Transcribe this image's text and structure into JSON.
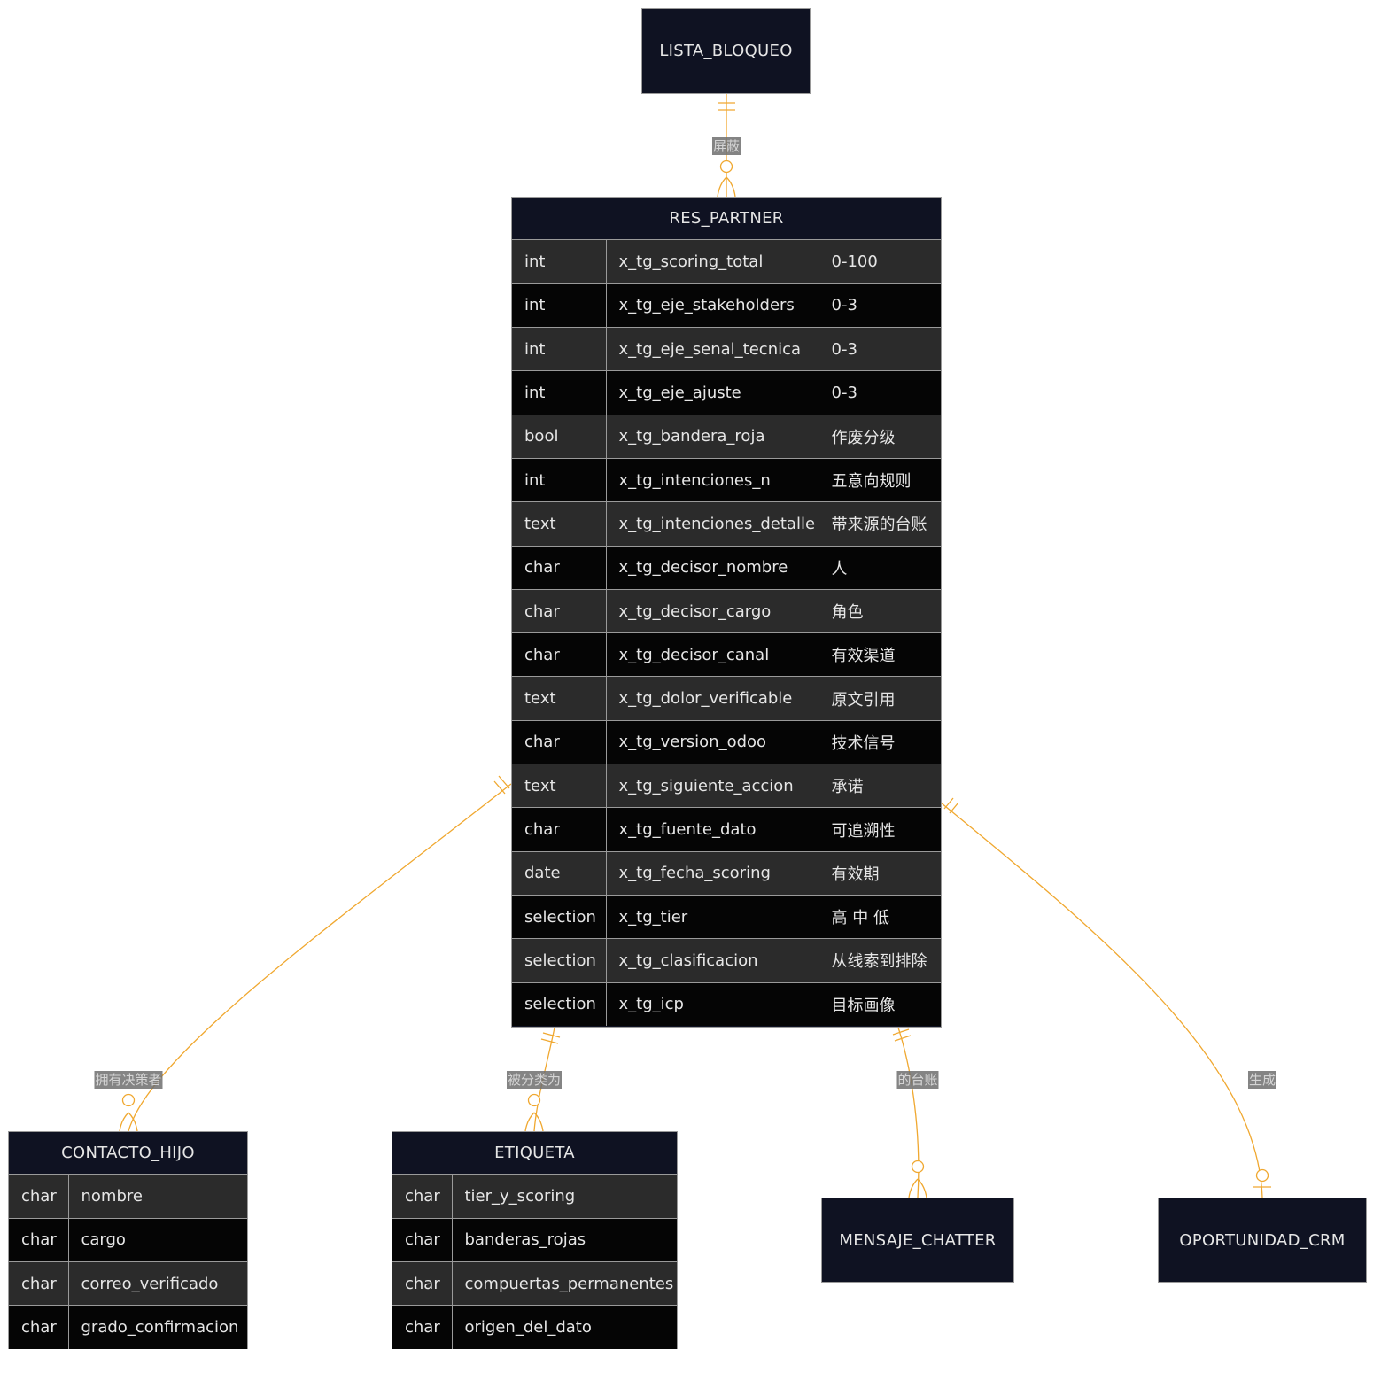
{
  "entities": {
    "lista_bloqueo": {
      "name": "LISTA_BLOQUEO"
    },
    "res_partner": {
      "name": "RES_PARTNER",
      "attributes": [
        {
          "type": "int",
          "name": "x_tg_scoring_total",
          "comment": "0-100"
        },
        {
          "type": "int",
          "name": "x_tg_eje_stakeholders",
          "comment": "0-3"
        },
        {
          "type": "int",
          "name": "x_tg_eje_senal_tecnica",
          "comment": "0-3"
        },
        {
          "type": "int",
          "name": "x_tg_eje_ajuste",
          "comment": "0-3"
        },
        {
          "type": "bool",
          "name": "x_tg_bandera_roja",
          "comment": "作废分级"
        },
        {
          "type": "int",
          "name": "x_tg_intenciones_n",
          "comment": "五意向规则"
        },
        {
          "type": "text",
          "name": "x_tg_intenciones_detalle",
          "comment": "带来源的台账"
        },
        {
          "type": "char",
          "name": "x_tg_decisor_nombre",
          "comment": "人"
        },
        {
          "type": "char",
          "name": "x_tg_decisor_cargo",
          "comment": "角色"
        },
        {
          "type": "char",
          "name": "x_tg_decisor_canal",
          "comment": "有效渠道"
        },
        {
          "type": "text",
          "name": "x_tg_dolor_verificable",
          "comment": "原文引用"
        },
        {
          "type": "char",
          "name": "x_tg_version_odoo",
          "comment": "技术信号"
        },
        {
          "type": "text",
          "name": "x_tg_siguiente_accion",
          "comment": "承诺"
        },
        {
          "type": "char",
          "name": "x_tg_fuente_dato",
          "comment": "可追溯性"
        },
        {
          "type": "date",
          "name": "x_tg_fecha_scoring",
          "comment": "有效期"
        },
        {
          "type": "selection",
          "name": "x_tg_tier",
          "comment": "高 中 低"
        },
        {
          "type": "selection",
          "name": "x_tg_clasificacion",
          "comment": "从线索到排除"
        },
        {
          "type": "selection",
          "name": "x_tg_icp",
          "comment": "目标画像"
        }
      ]
    },
    "contacto_hijo": {
      "name": "CONTACTO_HIJO",
      "attributes": [
        {
          "type": "char",
          "name": "nombre"
        },
        {
          "type": "char",
          "name": "cargo"
        },
        {
          "type": "char",
          "name": "correo_verificado"
        },
        {
          "type": "char",
          "name": "grado_confirmacion"
        }
      ]
    },
    "etiqueta": {
      "name": "ETIQUETA",
      "attributes": [
        {
          "type": "char",
          "name": "tier_y_scoring"
        },
        {
          "type": "char",
          "name": "banderas_rojas"
        },
        {
          "type": "char",
          "name": "compuertas_permanentes"
        },
        {
          "type": "char",
          "name": "origen_del_dato"
        }
      ]
    },
    "mensaje_chatter": {
      "name": "MENSAJE_CHATTER"
    },
    "oportunidad_crm": {
      "name": "OPORTUNIDAD_CRM"
    }
  },
  "relationships": [
    {
      "from": "LISTA_BLOQUEO",
      "to": "RES_PARTNER",
      "label": "屏蔽",
      "cardinality": "exactly-one to zero-or-many"
    },
    {
      "from": "RES_PARTNER",
      "to": "CONTACTO_HIJO",
      "label": "拥有决策者",
      "cardinality": "exactly-one to zero-or-many"
    },
    {
      "from": "RES_PARTNER",
      "to": "ETIQUETA",
      "label": "被分类为",
      "cardinality": "exactly-one to zero-or-many"
    },
    {
      "from": "RES_PARTNER",
      "to": "MENSAJE_CHATTER",
      "label": "的台账",
      "cardinality": "exactly-one to zero-or-many"
    },
    {
      "from": "RES_PARTNER",
      "to": "OPORTUNIDAD_CRM",
      "label": "生成",
      "cardinality": "exactly-one to zero-or-one"
    }
  ],
  "colors": {
    "entity_fill": "#0f1222",
    "row_odd": "#2b2b2b",
    "row_even": "#050505",
    "border": "#9a9a9a",
    "edge": "#f0a830",
    "text": "#e6e6e6"
  }
}
